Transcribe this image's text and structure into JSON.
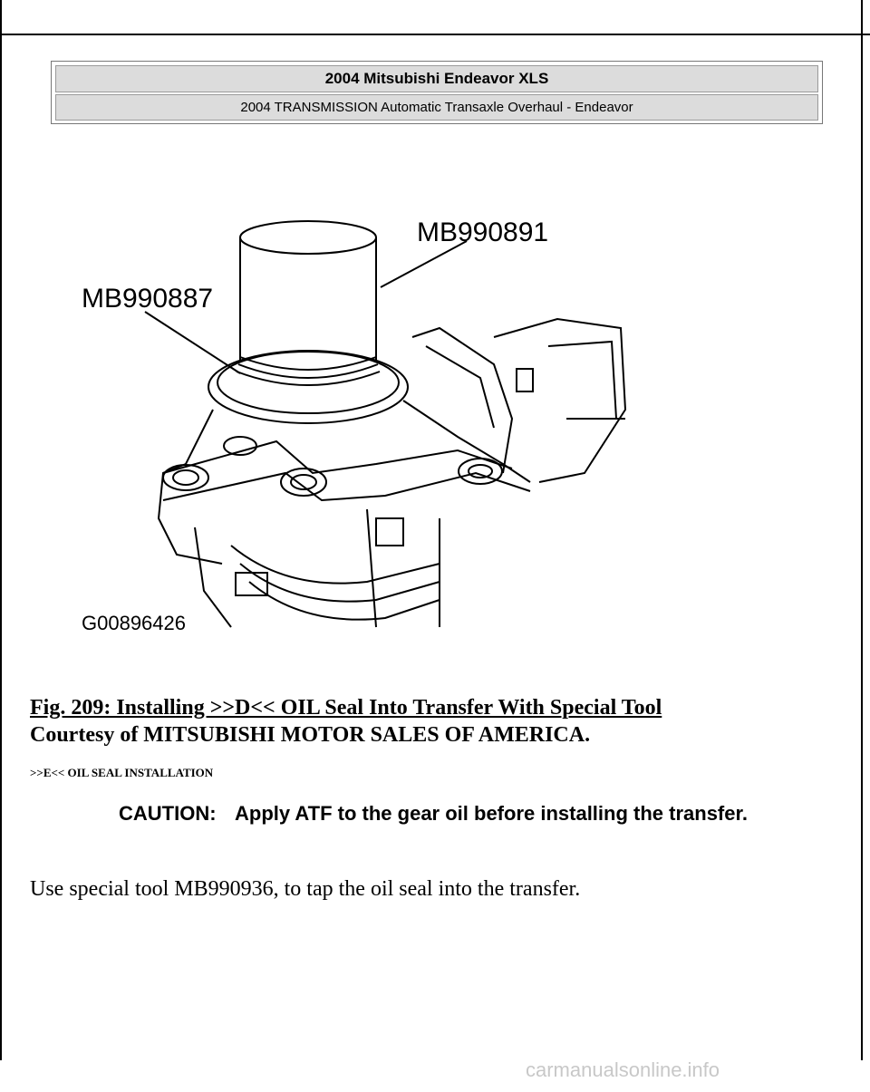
{
  "header": {
    "title": "2004 Mitsubishi Endeavor XLS",
    "subtitle": "2004 TRANSMISSION Automatic Transaxle Overhaul - Endeavor"
  },
  "figure": {
    "label_tool_top": "MB990891",
    "label_tool_left": "MB990887",
    "figure_code": "G00896426"
  },
  "caption": {
    "title": "Fig. 209: Installing >>D<< OIL Seal Into Transfer With Special Tool",
    "courtesy": "Courtesy of MITSUBISHI MOTOR SALES OF AMERICA."
  },
  "section": {
    "heading": ">>E<< OIL SEAL INSTALLATION"
  },
  "caution": {
    "label": "CAUTION:",
    "text": "Apply ATF to the gear oil before installing the transfer."
  },
  "body": {
    "paragraph": "Use special tool MB990936, to tap the oil seal into the transfer."
  },
  "watermark": "carmanualsonline.info"
}
